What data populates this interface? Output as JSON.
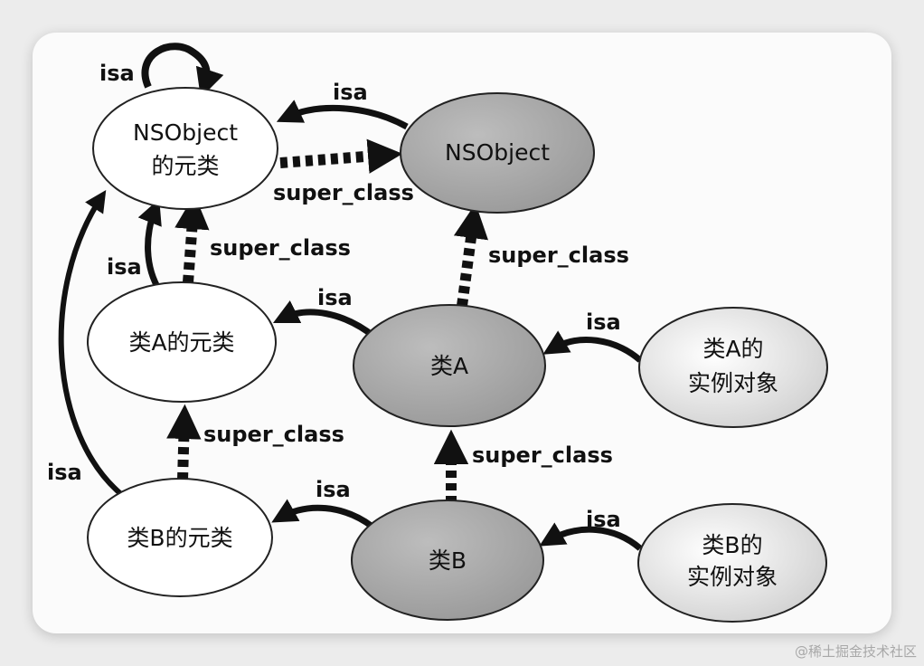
{
  "nodes": {
    "nsobject_meta": {
      "line1": "NSObject",
      "line2": "的元类"
    },
    "nsobject": {
      "line1": "NSObject"
    },
    "classA_meta": {
      "line1": "类A的元类"
    },
    "classA": {
      "line1": "类A"
    },
    "classA_instance": {
      "line1": "类A的",
      "line2": "实例对象"
    },
    "classB_meta": {
      "line1": "类B的元类"
    },
    "classB": {
      "line1": "类B"
    },
    "classB_instance": {
      "line1": "类B的",
      "line2": "实例对象"
    }
  },
  "edges": {
    "isa_self": "isa",
    "isa_nsobject": "isa",
    "super_nsobject": "super_class",
    "isa_metaA": "isa",
    "super_metaA": "super_class",
    "isa_classA": "isa",
    "super_classA": "super_class",
    "isa_instA": "isa",
    "isa_metaB": "isa",
    "super_metaB": "super_class",
    "isa_classB": "isa",
    "super_classB": "super_class",
    "isa_instB": "isa"
  },
  "colors": {
    "class_fill": "#a9a9a9",
    "meta_fill": "#ffffff",
    "arrow": "#111111"
  },
  "watermark": "@稀土掘金技术社区"
}
